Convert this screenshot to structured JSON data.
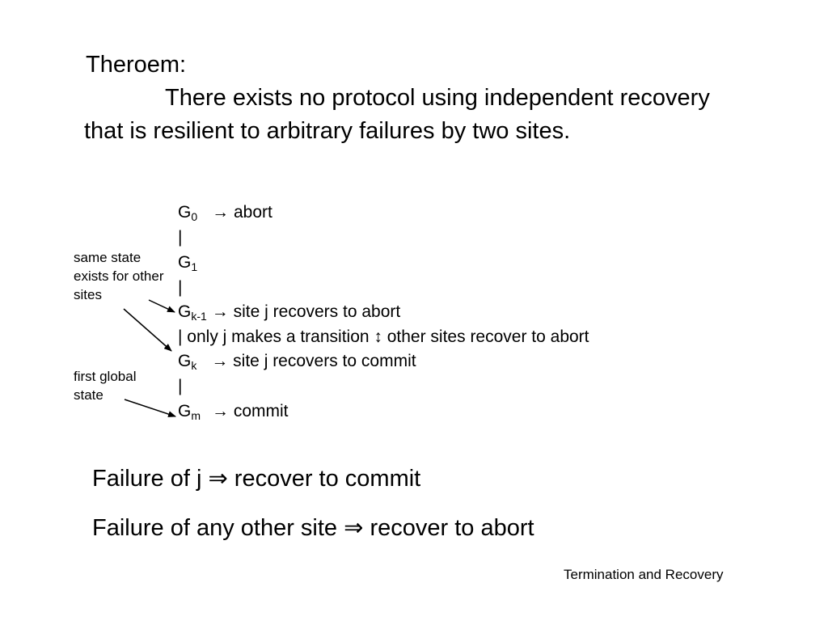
{
  "theorem": {
    "title": "Theroem:",
    "statement": "There exists no protocol using independent recovery that is resilient to arbitrary failures by two sites."
  },
  "states": [
    {
      "base": "G",
      "sub": "0",
      "text": "→ abort"
    },
    {
      "base": "",
      "sub": "",
      "text": "|"
    },
    {
      "base": "G",
      "sub": "1",
      "text": ""
    },
    {
      "base": "",
      "sub": "",
      "text": "|"
    },
    {
      "base": "G",
      "sub": "k-1",
      "text": "→ site j recovers to abort"
    },
    {
      "base": "",
      "sub": "",
      "text": "| only j makes a transition ↕ other sites recover to abort"
    },
    {
      "base": "G",
      "sub": "k",
      "text": "→ site j recovers to commit"
    },
    {
      "base": "",
      "sub": "",
      "text": "|"
    },
    {
      "base": "G",
      "sub": "m",
      "text": "→ commit"
    }
  ],
  "annotations": {
    "same_state": "same state exists for other sites",
    "first_global": "first global state"
  },
  "conclusions": [
    "Failure of j ⇒ recover to commit",
    "Failure of any other site ⇒ recover to abort"
  ],
  "footer": "Termination and Recovery"
}
